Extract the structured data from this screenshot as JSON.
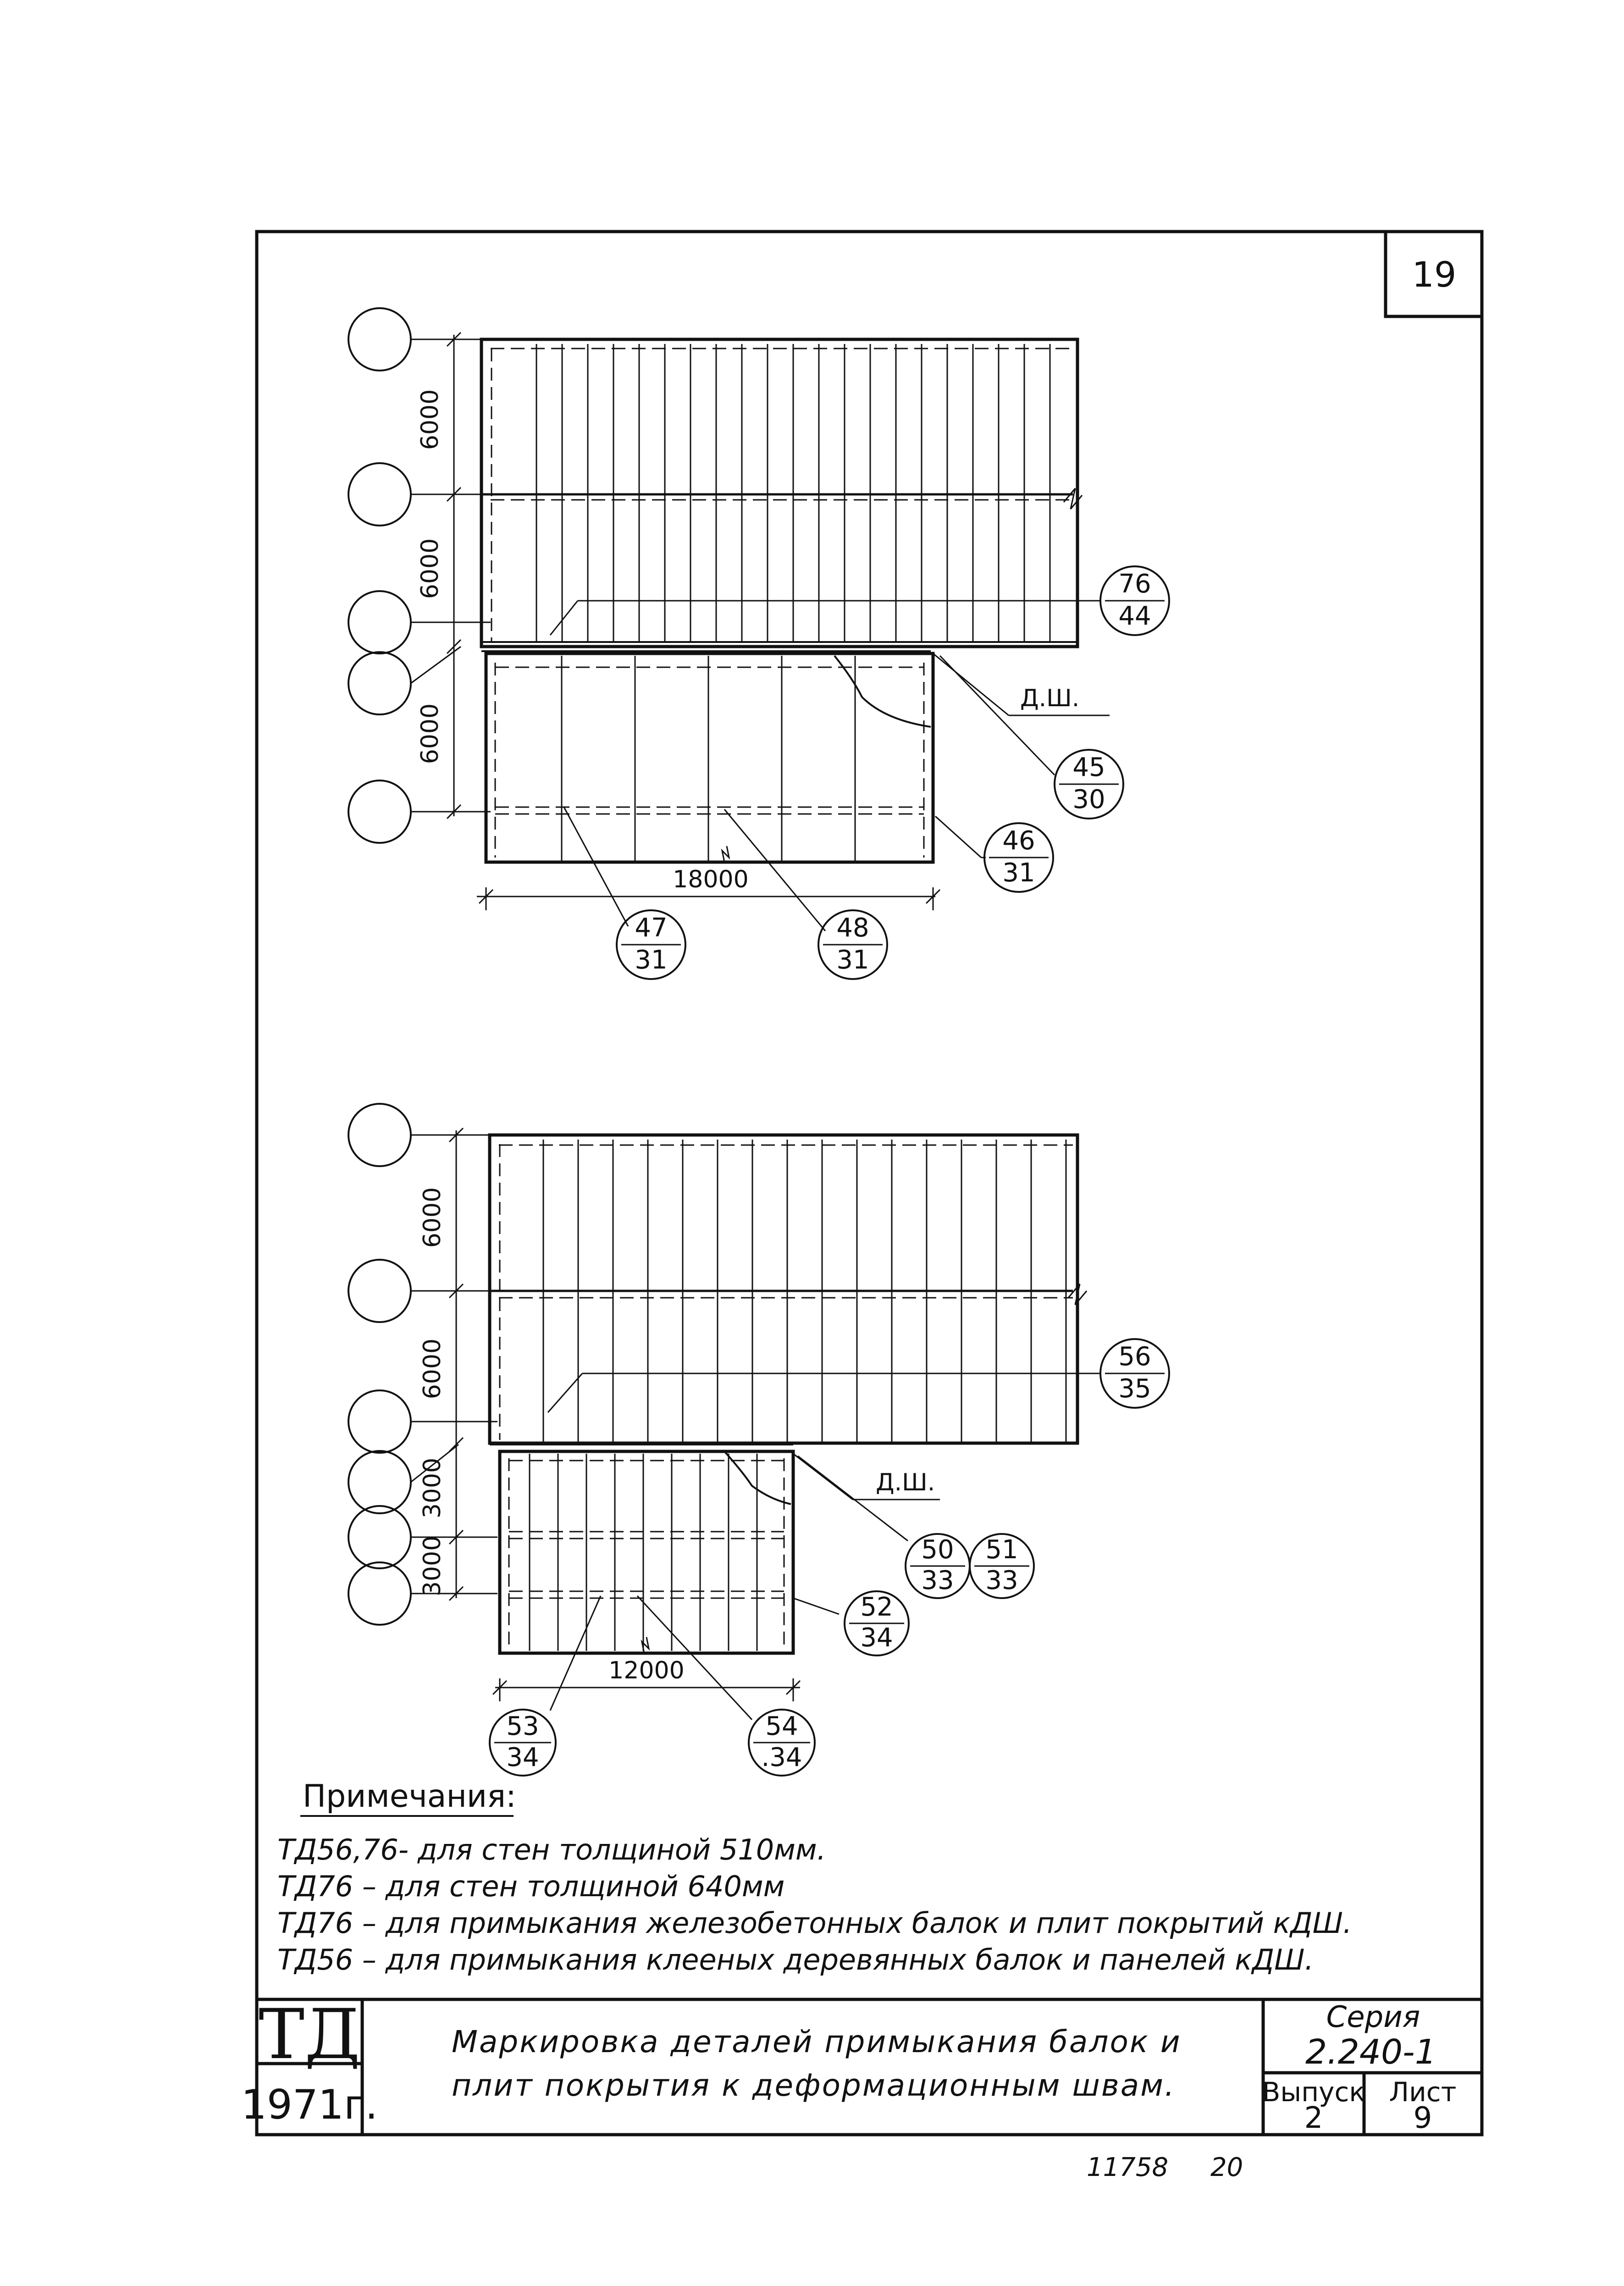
{
  "sheet": {
    "page_number": "19",
    "footer_left": "11758",
    "footer_right": "20"
  },
  "plan_top": {
    "dims_vertical": [
      "6000",
      "6000",
      "6000"
    ],
    "dim_horizontal": "18000",
    "seam_label": "Д.Ш.",
    "callouts": {
      "c1": {
        "top": "76",
        "bottom": "44"
      },
      "c2": {
        "top": "45",
        "bottom": "30"
      },
      "c3": {
        "top": "46",
        "bottom": "31"
      },
      "c4": {
        "top": "47",
        "bottom": "31"
      },
      "c5": {
        "top": "48",
        "bottom": "31"
      }
    }
  },
  "plan_bottom": {
    "dims_vertical": [
      "6000",
      "6000",
      "3000",
      "3000"
    ],
    "dim_horizontal": "12000",
    "seam_label": "Д.Ш.",
    "callouts": {
      "c1": {
        "top": "56",
        "bottom": "35"
      },
      "c2": {
        "top": "50",
        "bottom": "33"
      },
      "c3": {
        "top": "51",
        "bottom": "33"
      },
      "c4": {
        "top": "52",
        "bottom": "34"
      },
      "c5": {
        "top": "53",
        "bottom": "34"
      },
      "c6": {
        "top": "54",
        "bottom": ".34"
      }
    }
  },
  "notes": {
    "heading": "Примечания:",
    "lines": [
      "ТД56,76- для стен толщиной 510мм.",
      "ТД76 – для стен толщиной 640мм",
      "ТД76 – для примыкания железобетонных балок и плит покрытий кДШ.",
      "ТД56 – для примыкания клееных деревянных балок и панелей кДШ."
    ]
  },
  "title_block": {
    "logo": "ТД",
    "year": "1971г.",
    "title_line1": "Маркировка деталей примыкания балок и",
    "title_line2": "плит покрытия к деформационным швам.",
    "series_label": "Серия",
    "series_value": "2.240-1",
    "issue_label": "Выпуск",
    "issue_value": "2",
    "sheet_label": "Лист",
    "sheet_value": "9"
  }
}
